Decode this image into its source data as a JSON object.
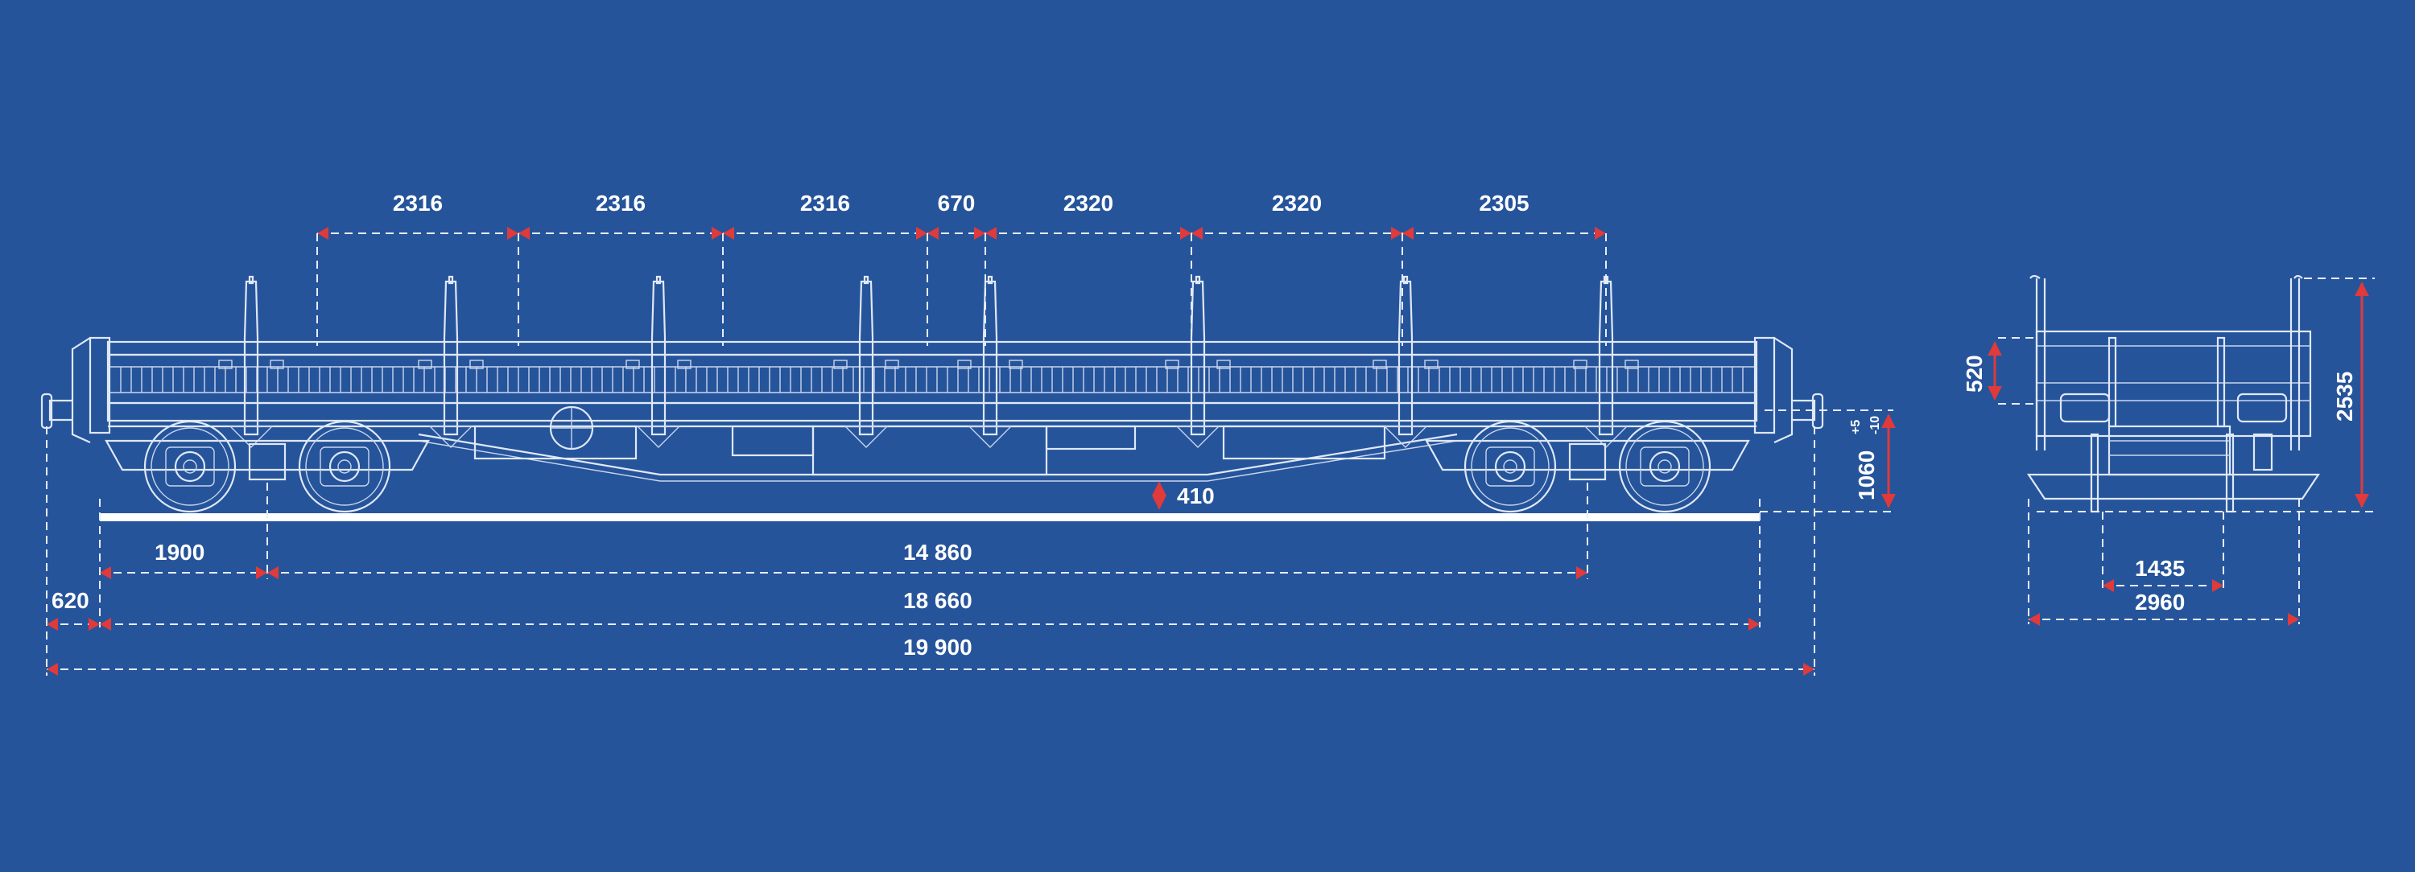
{
  "colors": {
    "background": "#26549b",
    "line": "#dfe8f6",
    "arrow": "#e03a3a",
    "rail": "#ffffff"
  },
  "side_view": {
    "stake_spacing": [
      "2316",
      "2316",
      "2316",
      "670",
      "2320",
      "2320",
      "2305"
    ],
    "clearance_label": "410",
    "truck_wheelbase": "1900",
    "bogie_centers": "14 860",
    "frame_length": "18 660",
    "overhang": "620",
    "coupler_length": "19 900",
    "deck_height": "1060",
    "deck_tolerance_plus": "+5",
    "deck_tolerance_minus": "-10"
  },
  "end_view": {
    "stake_height": "520",
    "total_height": "2535",
    "track_gauge": "1435",
    "total_width": "2960"
  }
}
